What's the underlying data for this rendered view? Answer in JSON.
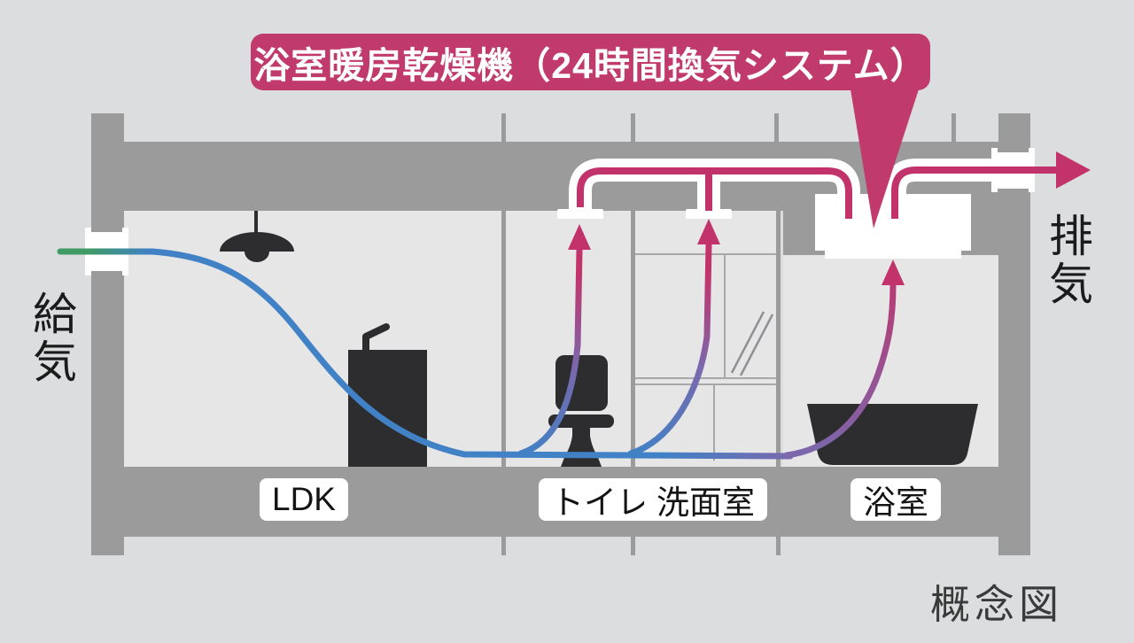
{
  "banner": {
    "title": "浴室暖房乾燥機（24時間換気システム）"
  },
  "labels": {
    "supply_air": "給気",
    "exhaust_air": "排気",
    "caption": "概念図"
  },
  "rooms": [
    {
      "label": "LDK"
    },
    {
      "label": "トイレ"
    },
    {
      "label": "洗面室"
    },
    {
      "label": "浴室"
    }
  ],
  "icons": {
    "pendant_light": "pendant-light-icon",
    "kitchen_counter": "kitchen-counter-icon",
    "toilet": "toilet-icon",
    "washstand_mirror": "washstand-mirror-icon",
    "bathtub": "bathtub-icon",
    "ceiling_vents": "ceiling-vent-icon",
    "ventilation_unit": "bath-ventilation-unit",
    "exhaust_arrow": "exhaust-arrow-icon"
  },
  "colors": {
    "accent_magenta": "#c13a6c",
    "flow_blue": "#4181c5",
    "flow_green": "#3f9a66",
    "flow_purple": "#7b68ad",
    "structure_gray": "#9b9b9b",
    "room_fill": "#e6e6e7",
    "background": "#dcddde",
    "furniture_dark": "#2d2d2f",
    "label_text": "#141414"
  }
}
